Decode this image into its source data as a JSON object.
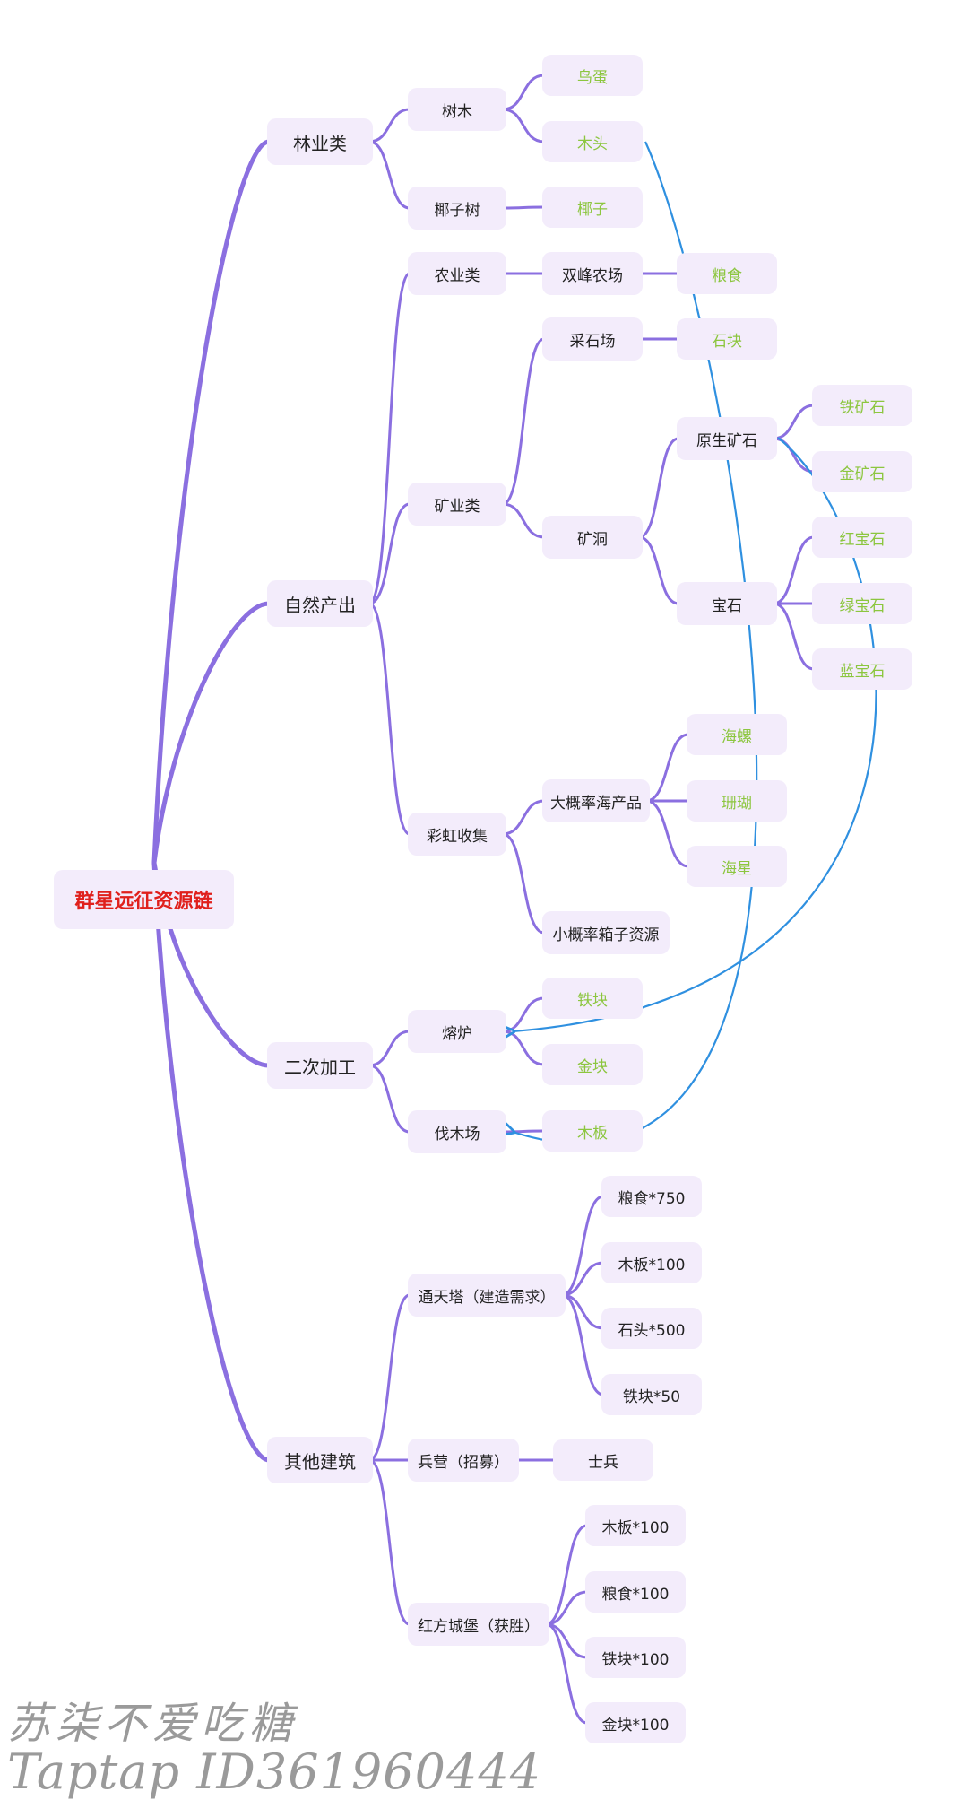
{
  "root": "群星远征资源链",
  "forestry": {
    "title": "林业类",
    "tree": "树木",
    "bird_egg": "鸟蛋",
    "wood": "木头",
    "coconut_tree": "椰子树",
    "coconut": "椰子"
  },
  "natural": {
    "title": "自然产出",
    "agriculture": "农业类",
    "farm": "双峰农场",
    "grain": "粮食",
    "mining": "矿业类",
    "quarry": "采石场",
    "stone": "石块",
    "cave": "矿洞",
    "raw_ore": "原生矿石",
    "iron_ore": "铁矿石",
    "gold_ore": "金矿石",
    "gem": "宝石",
    "ruby": "红宝石",
    "emerald": "绿宝石",
    "sapphire": "蓝宝石",
    "rainbow": "彩虹收集",
    "sea_products": "大概率海产品",
    "conch": "海螺",
    "coral": "珊瑚",
    "starfish": "海星",
    "box_resources": "小概率箱子资源"
  },
  "processing": {
    "title": "二次加工",
    "furnace": "熔炉",
    "iron_block": "铁块",
    "gold_block": "金块",
    "lumber_mill": "伐木场",
    "plank": "木板"
  },
  "buildings": {
    "title": "其他建筑",
    "tower": "通天塔（建造需求）",
    "tower_grain": "粮食*750",
    "tower_plank": "木板*100",
    "tower_stone": "石头*500",
    "tower_iron": "铁块*50",
    "barracks": "兵营（招募）",
    "soldier": "士兵",
    "castle": "红方城堡（获胜）",
    "castle_plank": "木板*100",
    "castle_grain": "粮食*100",
    "castle_iron": "铁块*100",
    "castle_gold": "金块*100"
  },
  "watermark": {
    "line1": "苏柒不爱吃糖",
    "line2": "Taptap ID361960444"
  },
  "colors": {
    "branch": "#8b6fe0",
    "node_bg": "#f3ecfb",
    "leaf_text": "#8cc63f",
    "root_text": "#e0201c",
    "arrow": "#2f90e0"
  }
}
